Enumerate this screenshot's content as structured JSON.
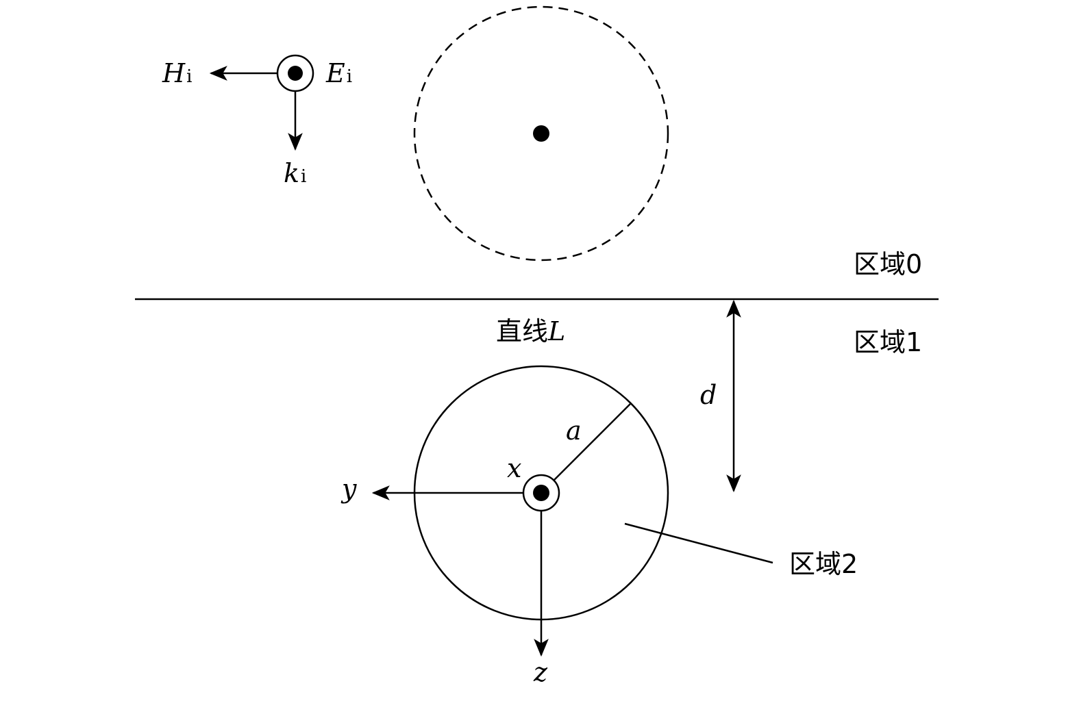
{
  "labels": {
    "H": "H",
    "H_sub": "i",
    "E": "E",
    "E_sub": "i",
    "k": "k",
    "k_sub": "i",
    "region0": "区域0",
    "region1": "区域1",
    "region2": "区域2",
    "line_prefix": "直线",
    "line_L": "L",
    "d": "d",
    "a": "a",
    "x": "x",
    "y": "y",
    "z": "z"
  },
  "colors": {
    "stroke": "#000000",
    "background": "#ffffff"
  }
}
